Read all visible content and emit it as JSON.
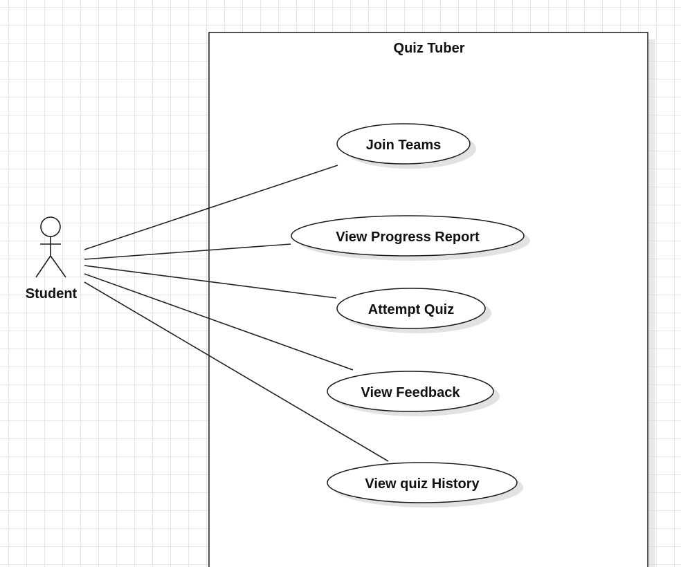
{
  "diagram": {
    "system": {
      "title": "Quiz Tuber"
    },
    "actor": {
      "label": "Student"
    },
    "use_cases": [
      {
        "label": "Join Teams"
      },
      {
        "label": "View Progress Report"
      },
      {
        "label": "Attempt Quiz"
      },
      {
        "label": "View Feedback"
      },
      {
        "label": "View quiz History"
      }
    ]
  }
}
